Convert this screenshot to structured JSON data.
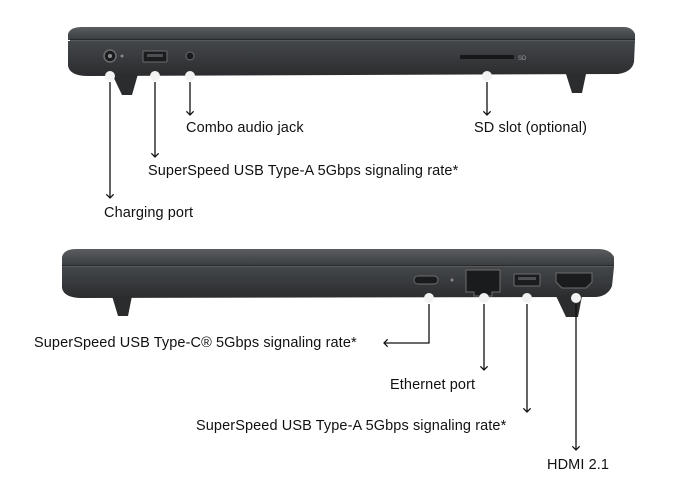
{
  "top_view": {
    "slot_marking": "SD",
    "callouts": {
      "charging_port": "Charging port",
      "usb_a": "SuperSpeed USB Type-A 5Gbps signaling rate*",
      "combo_audio": "Combo audio jack",
      "sd_slot": "SD slot (optional)"
    }
  },
  "bottom_view": {
    "callouts": {
      "usb_c": "SuperSpeed USB Type-C® 5Gbps signaling rate*",
      "ethernet": "Ethernet port",
      "usb_a": "SuperSpeed USB Type-A 5Gbps signaling rate*",
      "hdmi": "HDMI 2.1"
    }
  },
  "colors": {
    "chassis": "#3f4244",
    "chassis_dark": "#2b2d2f",
    "lid": "#4a4d50",
    "port_marker": "#f2f2f2",
    "line": "#111111"
  }
}
